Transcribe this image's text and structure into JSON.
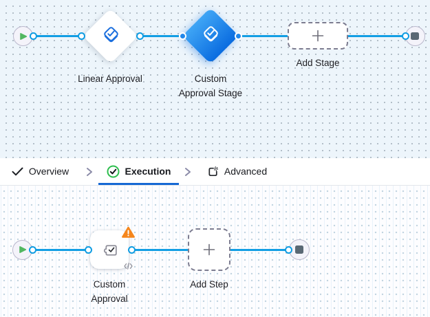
{
  "colors": {
    "connector_blue": "#129EE4",
    "active_tab_underline": "#1568D4",
    "selected_node_gradient": [
      "#3FA5F5",
      "#0A6CE0"
    ],
    "node_icon_blue": "#1B6FDE",
    "warning_orange": "#F5861D",
    "play_green": "#52B761",
    "stop_slate": "#5A6874",
    "canvas_top_bg": "#EDF5FB",
    "canvas_bottom_bg": "#FDFDFF"
  },
  "stage_canvas": {
    "stages": [
      {
        "label": "Linear Approval",
        "icon": "approval-diamond-icon",
        "selected": false
      },
      {
        "label": "Custom Approval Stage",
        "icon": "approval-diamond-icon",
        "selected": true
      },
      {
        "label": "Add Stage",
        "icon": "plus-icon"
      }
    ]
  },
  "tab_bar": {
    "tabs": [
      {
        "label": "Overview",
        "icon": "check-icon",
        "active": false
      },
      {
        "label": "Execution",
        "icon": "check-circle-green-icon",
        "active": true
      },
      {
        "label": "Advanced",
        "icon": "settings-square-icon",
        "active": false
      }
    ]
  },
  "step_canvas": {
    "steps": [
      {
        "label": "Custom Approval",
        "icon": "puzzle-check-icon",
        "has_warning": true,
        "has_code_badge": true
      },
      {
        "label": "Add Step",
        "icon": "plus-icon"
      }
    ]
  }
}
